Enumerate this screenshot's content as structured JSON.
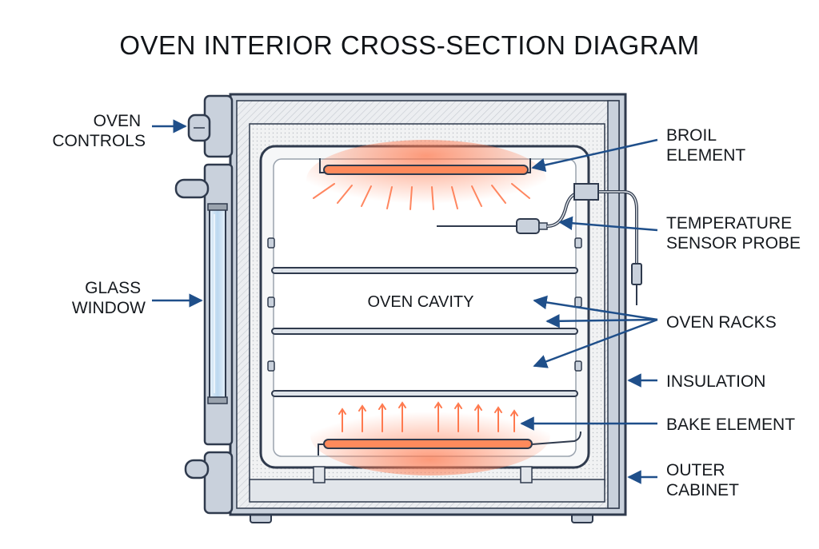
{
  "title": "OVEN INTERIOR CROSS-SECTION DIAGRAM",
  "labels": {
    "oven_controls": [
      "OVEN",
      "CONTROLS"
    ],
    "glass_window": [
      "GLASS",
      "WINDOW"
    ],
    "broil_element": [
      "BROIL",
      "ELEMENT"
    ],
    "temperature_probe": [
      "TEMPERATURE",
      "SENSOR PROBE"
    ],
    "oven_racks": "OVEN RACKS",
    "insulation": "INSULATION",
    "bake_element": "BAKE ELEMENT",
    "outer_cabinet": [
      "OUTER",
      "CABINET"
    ],
    "oven_cavity": "OVEN CAVITY"
  },
  "colors": {
    "outline": "#2f3a4d",
    "cabinet_fill": "#c9d1dc",
    "insulation_fill": "#e8eaed",
    "heat_glow": "#ff8a5c",
    "arrow": "#1f4f8a",
    "glass": "#cfe3f4"
  }
}
